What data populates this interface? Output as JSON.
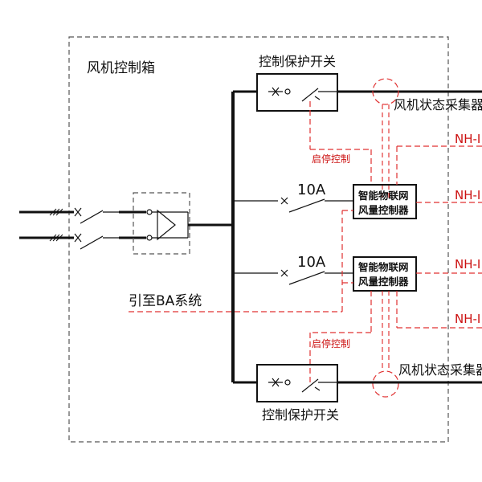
{
  "labels": {
    "cabinet": "风机控制箱",
    "protect_switch_top": "控制保护开关",
    "protect_switch_bottom": "控制保护开关",
    "state_collector_top": "风机状态采集器",
    "state_collector_bottom": "风机状态采集器",
    "start_stop_top": "启停控制",
    "start_stop_bottom": "启停控制",
    "breaker_1": "10A",
    "breaker_2": "10A",
    "controller_1_line1": "智能物联网",
    "controller_1_line2": "风量控制器",
    "controller_2_line1": "智能物联网",
    "controller_2_line2": "风量控制器",
    "ba_system": "引至BA系统",
    "cable_1": "NH-I",
    "cable_2": "NH-I",
    "cable_3": "NH-I",
    "cable_4": "NH-I"
  },
  "colors": {
    "wiring": "#111111",
    "control_wiring": "#e03030",
    "cabinet_border": "#555555"
  }
}
